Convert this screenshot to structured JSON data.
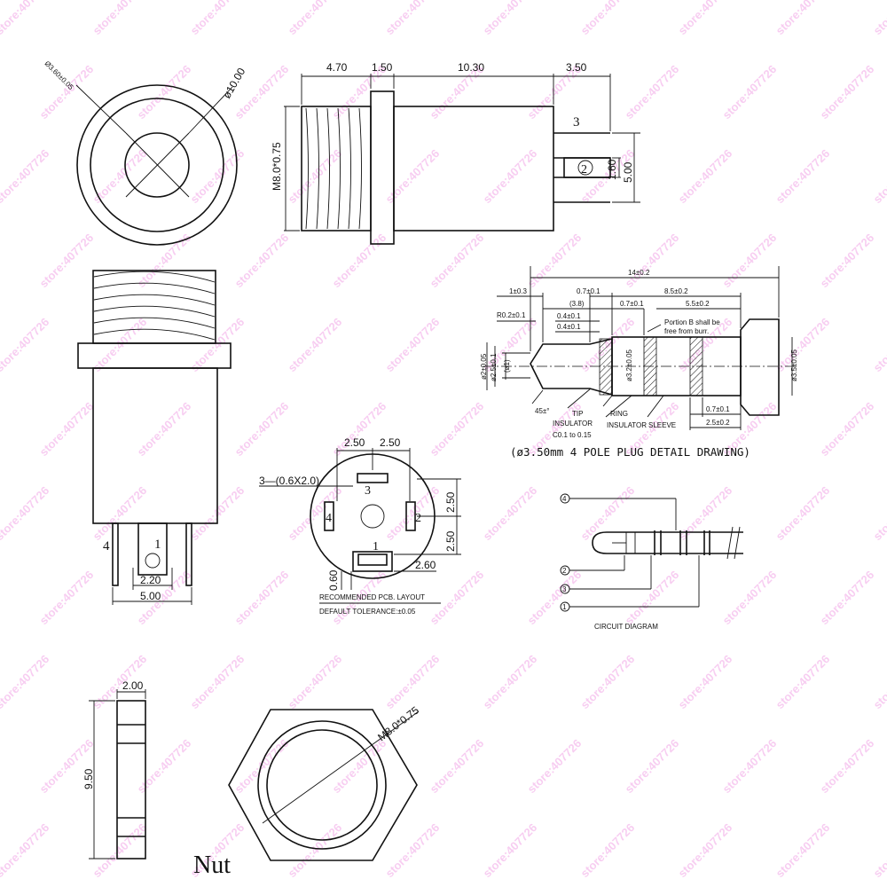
{
  "watermark": "store:407726",
  "front_view": {
    "hole_dia": "Ø3.60±0.05",
    "outer_dia": "ø10.00"
  },
  "side_view": {
    "dim_a": "4.70",
    "dim_b": "1.50",
    "dim_c": "10.30",
    "dim_d": "3.50",
    "thread": "M8.0*0.75",
    "pin_3": "3",
    "pin_2": "2",
    "dim_e": "1.60",
    "dim_f": "5.00"
  },
  "body_view": {
    "pin_4": "4",
    "pin_1": "1",
    "dim_pitch": "2.20",
    "dim_width": "5.00"
  },
  "pcb_layout": {
    "dim_left": "2.50",
    "dim_right": "2.50",
    "pad_label": "3—(0.6X2.0)",
    "pin_3": "3",
    "pin_4": "4",
    "pin_2": "2",
    "pin_1": "1",
    "dim_v1": "2.50",
    "dim_v2": "2.50",
    "dim_h": "2.60",
    "dim_060": "0.60",
    "title": "RECOMMENDED PCB. LAYOUT",
    "tolerance": "DEFAULT TOLERANCE:±0.05"
  },
  "plug_detail": {
    "overall": "14±0.2",
    "d1": "1±0.3",
    "d2": "0.7±0.1",
    "d3": "8.5±0.2",
    "d4": "(3.8)",
    "d5": "0.7±0.1",
    "d6": "5.5±0.2",
    "r": "R0.2±0.1",
    "d7": "0.4±0.1",
    "d8": "0.4±0.1",
    "portion_b_1": "Portion B shall be",
    "portion_b_2": "free from burr.",
    "dia_tip": "(ø1)",
    "dia_a": "ø2±0.05",
    "dia_b": "ø2.5±0.1",
    "dia_c": "ø3.2±0.05",
    "dia_d": "ø3.5±0.05",
    "angle": "45±°",
    "tip": "TIP",
    "insulator": "INSULATOR",
    "chamfer": "C0.1  to 0.15",
    "ring": "RING",
    "insulator2": "INSULATOR",
    "sleeve": "SLEEVE",
    "d9": "0.7±0.1",
    "d10": "2.5±0.2",
    "caption": "(ø3.50mm  4 POLE PLUG DETAIL DRAWING)"
  },
  "circuit": {
    "n4": "4",
    "n2": "2",
    "n3": "3",
    "n1": "1",
    "caption": "CIRCUIT DIAGRAM"
  },
  "nut_side": {
    "width": "2.00",
    "height": "9.50"
  },
  "nut_front": {
    "thread": "M8.0*0.75",
    "label": "Nut"
  }
}
